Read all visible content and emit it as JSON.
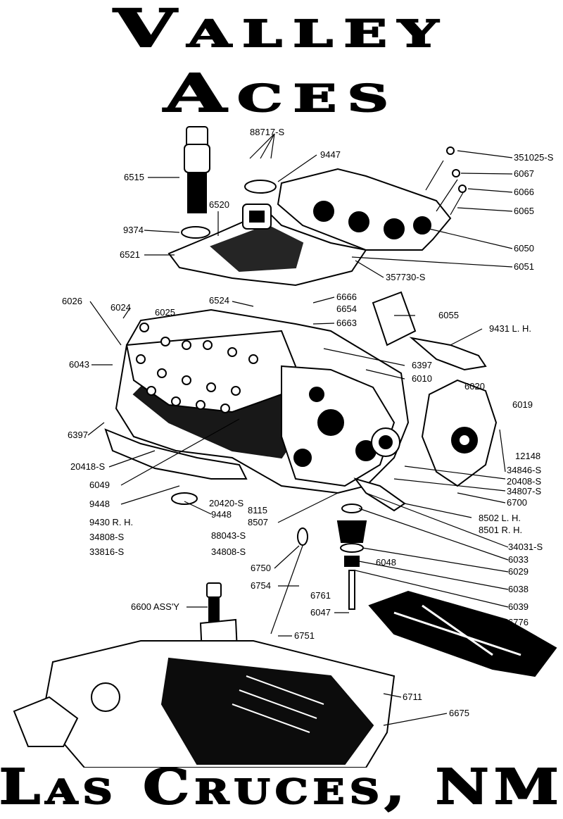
{
  "title": {
    "line1": "Valley",
    "line2": "Aces",
    "footer": "Las Cruces, NM"
  },
  "part_labels": [
    {
      "id": "p88717",
      "text": "88717-S"
    },
    {
      "id": "p9447",
      "text": "9447"
    },
    {
      "id": "p351025",
      "text": "351025-S"
    },
    {
      "id": "p6515",
      "text": "6515"
    },
    {
      "id": "p6067",
      "text": "6067"
    },
    {
      "id": "p6066",
      "text": "6066"
    },
    {
      "id": "p6520",
      "text": "6520"
    },
    {
      "id": "p6065",
      "text": "6065"
    },
    {
      "id": "p9374",
      "text": "9374"
    },
    {
      "id": "p6050",
      "text": "6050"
    },
    {
      "id": "p6521",
      "text": "6521"
    },
    {
      "id": "p6051",
      "text": "6051"
    },
    {
      "id": "p357730",
      "text": "357730-S"
    },
    {
      "id": "p6026",
      "text": "6026"
    },
    {
      "id": "p6024",
      "text": "6024"
    },
    {
      "id": "p6524",
      "text": "6524"
    },
    {
      "id": "p6666",
      "text": "6666"
    },
    {
      "id": "p6654",
      "text": "6654"
    },
    {
      "id": "p6025",
      "text": "6025"
    },
    {
      "id": "p6663",
      "text": "6663"
    },
    {
      "id": "p6055",
      "text": "6055"
    },
    {
      "id": "p9431",
      "text": "9431 L. H."
    },
    {
      "id": "p6043",
      "text": "6043"
    },
    {
      "id": "p6397a",
      "text": "6397"
    },
    {
      "id": "p6010",
      "text": "6010"
    },
    {
      "id": "p6020",
      "text": "6020"
    },
    {
      "id": "p6019",
      "text": "6019"
    },
    {
      "id": "p6397b",
      "text": "6397"
    },
    {
      "id": "p12148",
      "text": "12148"
    },
    {
      "id": "p20418",
      "text": "20418-S"
    },
    {
      "id": "p34846",
      "text": "34846-S"
    },
    {
      "id": "p20408",
      "text": "20408-S"
    },
    {
      "id": "p6049",
      "text": "6049"
    },
    {
      "id": "p34807",
      "text": "34807-S"
    },
    {
      "id": "p9448a",
      "text": "9448"
    },
    {
      "id": "p20420",
      "text": "20420-S"
    },
    {
      "id": "p6700",
      "text": "6700"
    },
    {
      "id": "p8115",
      "text": "8115"
    },
    {
      "id": "p9448b",
      "text": "9448"
    },
    {
      "id": "p8507",
      "text": "8507"
    },
    {
      "id": "p8502",
      "text": "8502 L. H."
    },
    {
      "id": "p9430",
      "text": "9430 R. H."
    },
    {
      "id": "p8501",
      "text": "8501 R. H."
    },
    {
      "id": "p88043",
      "text": "88043-S"
    },
    {
      "id": "p34808a",
      "text": "34808-S"
    },
    {
      "id": "p34031",
      "text": "34031-S"
    },
    {
      "id": "p33816",
      "text": "33816-S"
    },
    {
      "id": "p34808b",
      "text": "34808-S"
    },
    {
      "id": "p6033",
      "text": "6033"
    },
    {
      "id": "p6029",
      "text": "6029"
    },
    {
      "id": "p6750",
      "text": "6750"
    },
    {
      "id": "p6048",
      "text": "6048"
    },
    {
      "id": "p6754",
      "text": "6754"
    },
    {
      "id": "p6038",
      "text": "6038"
    },
    {
      "id": "p6761",
      "text": "6761"
    },
    {
      "id": "p6600",
      "text": "6600 ASS'Y"
    },
    {
      "id": "p6039",
      "text": "6039"
    },
    {
      "id": "p6047",
      "text": "6047"
    },
    {
      "id": "p6776",
      "text": "6776"
    },
    {
      "id": "p6751",
      "text": "6751"
    },
    {
      "id": "p6711",
      "text": "6711"
    },
    {
      "id": "p6675",
      "text": "6675"
    }
  ]
}
